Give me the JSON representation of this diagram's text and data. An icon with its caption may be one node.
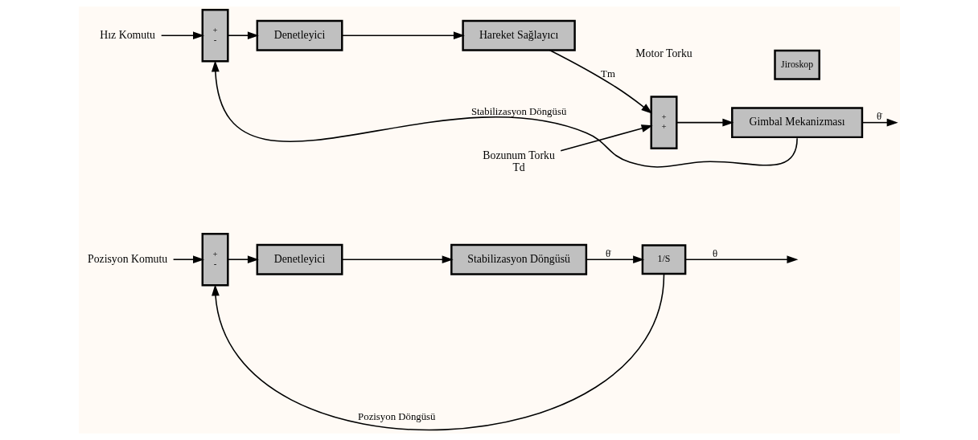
{
  "diagram": {
    "nodes": [
      {
        "text": [
          "Pozisyon Komutu"
        ]
      },
      {
        "text": [
          "+",
          "-"
        ]
      },
      {
        "text": [
          "Denetleyici"
        ]
      },
      {
        "text": [
          "Stabilizasyon Döngüsü"
        ]
      },
      {
        "text": [
          "1/S"
        ]
      },
      {
        "text": [
          "Hız Komutu"
        ]
      },
      {
        "text": [
          "+",
          "-"
        ]
      },
      {
        "text": [
          "Denetleyici"
        ]
      },
      {
        "text": [
          "Hareket Sağlayıcı"
        ]
      },
      {
        "text": [
          "Bozunum Torku",
          "Td"
        ]
      },
      {
        "text": [
          "+",
          "+"
        ]
      },
      {
        "text": [
          "Gimbal Mekanizması"
        ]
      },
      {
        "text": [
          "Jiroskop"
        ]
      }
    ],
    "edges": [
      {
        "from": 0,
        "to": 1,
        "arrow": "to"
      },
      {
        "from": 1,
        "to": 2,
        "arrow": "to"
      },
      {
        "from": 2,
        "to": 3,
        "arrow": "to"
      },
      {
        "from": 3,
        "to": 4,
        "label": "θ̇",
        "arrow": "to"
      },
      {
        "from": 4,
        "to": null,
        "label": "θ",
        "arrow": "to"
      },
      {
        "from": 4,
        "to": 1,
        "label": "Pozisyon Döngüsü",
        "arrow": "to"
      },
      {
        "from": 5,
        "to": 6,
        "arrow": "to"
      },
      {
        "from": 6,
        "to": 7,
        "arrow": "to"
      },
      {
        "from": 7,
        "to": 8,
        "arrow": "to"
      },
      {
        "from": 8,
        "to": 10,
        "label": "Tm",
        "arrow": "to"
      },
      {
        "from": 9,
        "to": 10,
        "arrow": "to"
      },
      {
        "from": 10,
        "to": 11,
        "arrow": "to"
      },
      {
        "from": 11,
        "to": null,
        "label": "θ̇",
        "arrow": "to"
      },
      {
        "from": 11,
        "to": 6,
        "label": "Stabilizasyon Döngüsü",
        "arrow": "to"
      }
    ],
    "labels": [
      "Motor Torku"
    ]
  }
}
